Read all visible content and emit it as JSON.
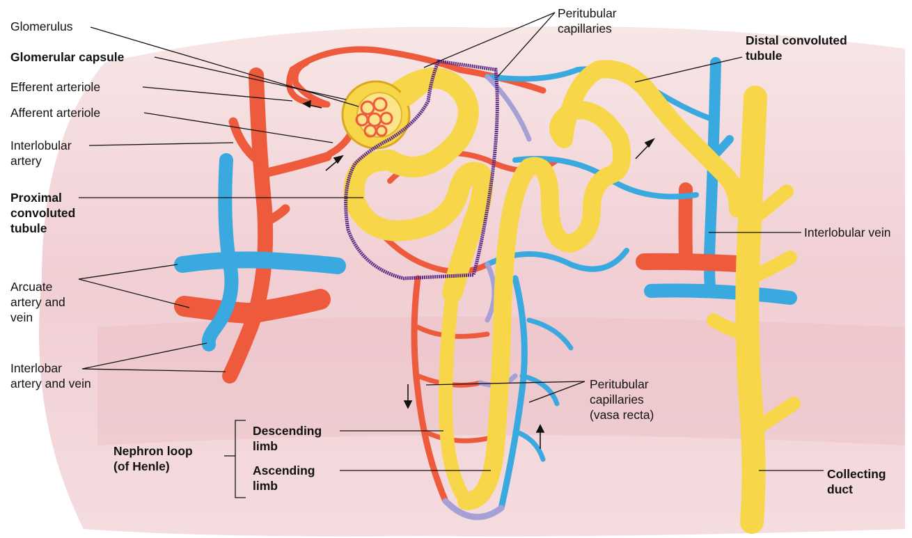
{
  "colors": {
    "artery": "#ee5a3c",
    "artery_dark": "#c93a22",
    "vein": "#3aa9e0",
    "vein_dark": "#1f7fb8",
    "tubule": "#f7d64a",
    "tubule_dark": "#d9a81c",
    "mixed_capillary": "#a6a0d4",
    "highlight_outline": "#5a2a86",
    "tissue": "#efc9cf"
  },
  "labels": {
    "glomerulus": "Glomerulus",
    "glomerular_capsule": "Glomerular capsule",
    "efferent_arteriole": "Efferent arteriole",
    "afferent_arteriole": "Afferent arteriole",
    "interlobular_artery": "Interlobular\nartery",
    "proximal_convoluted_tubule": "Proximal\nconvoluted\ntubule",
    "arcuate_artery_and_vein": "Arcuate\nartery and\nvein",
    "interlobar_artery_and_vein": "Interlobar\nartery and vein",
    "peritubular_capillaries_top": "Peritubular\ncapillaries",
    "distal_convoluted_tubule": "Distal convoluted\ntubule",
    "interlobular_vein": "Interlobular vein",
    "peritubular_capillaries_vasa_recta": "Peritubular\ncapillaries\n(vasa recta)",
    "collecting_duct": "Collecting\nduct",
    "nephron_loop": "Nephron loop\n(of Henle)",
    "descending_limb": "Descending\nlimb",
    "ascending_limb": "Ascending\nlimb"
  },
  "icons": {
    "flow_arrow": "flow-direction-arrow-icon"
  }
}
